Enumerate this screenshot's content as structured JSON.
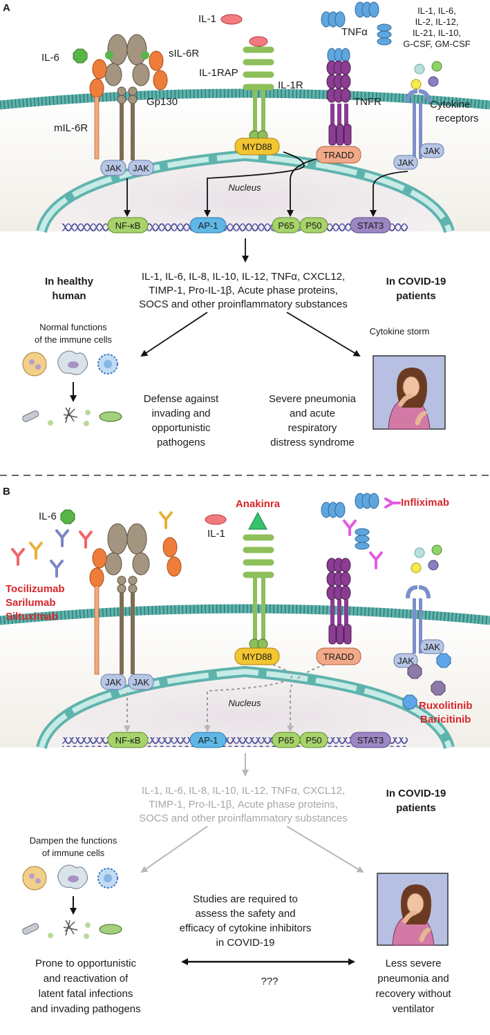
{
  "panel_a": {
    "letter": "A",
    "ligands": {
      "il6": "IL-6",
      "il1": "IL-1",
      "tnfa": "TNFα",
      "cytokines": [
        "IL-1, IL-6,",
        "IL-2, IL-12,",
        "IL-21, IL-10,",
        "G-CSF, GM-CSF"
      ]
    },
    "receptors": {
      "sil6r": "sIL-6R",
      "mil6r": "mIL-6R",
      "gp130": "Gp130",
      "il1rap": "IL-1RAP",
      "il1r": "IL-1R",
      "tnfr": "TNFR",
      "cytokine_receptors": [
        "Cytokine",
        "receptors"
      ]
    },
    "adaptors": {
      "jak": "JAK",
      "myd88": "MYD88",
      "tradd": "TRADD"
    },
    "nucleus": "Nucleus",
    "tfs": {
      "nfkb": "NF-κB",
      "ap1": "AP-1",
      "p65": "P65",
      "p50": "P50",
      "stat3": "STAT3"
    },
    "products": [
      "IL-1, IL-6, IL-8, IL-10, IL-12, TNFα, CXCL12,",
      "TIMP-1, Pro-IL-1β, Acute phase proteins,",
      "SOCS and other proinflammatory substances"
    ],
    "healthy": [
      "In healthy",
      "human"
    ],
    "covid": [
      "In COVID-19",
      "patients"
    ],
    "normal_functions": [
      "Normal functions",
      "of the immune cells"
    ],
    "cytokine_storm": "Cytokine storm",
    "defense": [
      "Defense against",
      "invading and",
      "opportunistic",
      "pathogens"
    ],
    "severe": [
      "Severe pneumonia",
      "and acute",
      "respiratory",
      "distress syndrome"
    ]
  },
  "panel_b": {
    "letter": "B",
    "il6": "IL-6",
    "il1": "IL-1",
    "drugs_il6": [
      "Tocilizumab",
      "Sarilumab",
      "Siltuximab"
    ],
    "anakinra": "Anakinra",
    "infliximab": "Infliximab",
    "jak_inhibitors": [
      "Ruxolitinib",
      "Baricitinib"
    ],
    "adaptors": {
      "jak": "JAK",
      "myd88": "MYD88",
      "tradd": "TRADD"
    },
    "nucleus": "Nucleus",
    "tfs": {
      "nfkb": "NF-κB",
      "ap1": "AP-1",
      "p65": "P65",
      "p50": "P50",
      "stat3": "STAT3"
    },
    "products": [
      "IL-1, IL-6, IL-8, IL-10, IL-12, TNFα, CXCL12,",
      "TIMP-1, Pro-IL-1β, Acute phase proteins,",
      "SOCS and other proinflammatory substances"
    ],
    "covid": [
      "In COVID-19",
      "patients"
    ],
    "dampen": [
      "Dampen the functions",
      "of  immune cells"
    ],
    "studies": [
      "Studies are required to",
      "assess the safety and",
      "efficacy of cytokine inhibitors",
      "in COVID-19"
    ],
    "question": "???",
    "prone": [
      "Prone to opportunistic",
      "and reactivation of",
      "latent fatal infections",
      "and invading pathogens"
    ],
    "less_severe": [
      "Less severe",
      "pneumonia and",
      "recovery without",
      "ventilator"
    ]
  },
  "colors": {
    "membrane": "#5fb3ad",
    "nucleus": "#a8d8d2",
    "gp130": "#a39580",
    "il6r": "#ef7d3a",
    "il1r": "#8dbf5a",
    "tnfr": "#8a3d91",
    "jak": "#b7c6e4",
    "myd88": "#f2c531",
    "tradd": "#f2a98a",
    "nfkb": "#a6d36a",
    "ap1": "#5fb7e5",
    "stat3": "#9c86c4",
    "drug_red": "#d7262b"
  }
}
